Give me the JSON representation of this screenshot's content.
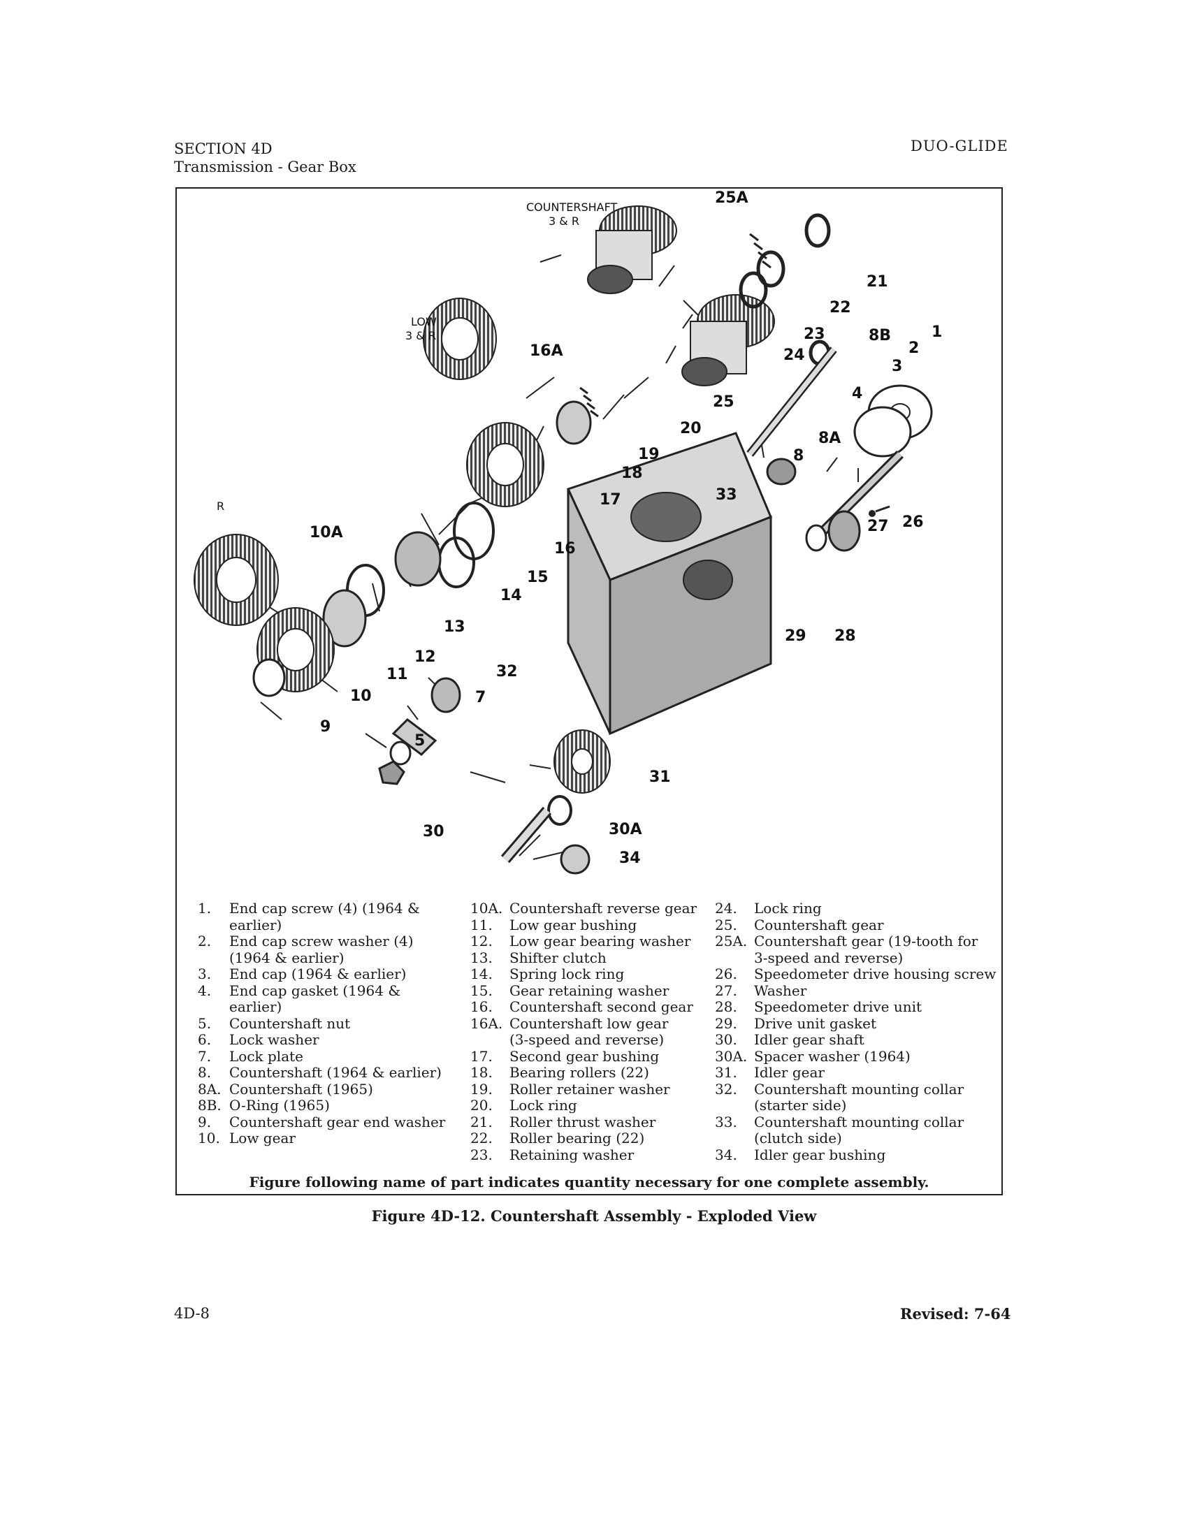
{
  "header": {
    "section": "SECTION 4D",
    "subtitle": "Transmission - Gear Box",
    "manual": "DUO-GLIDE"
  },
  "diagram": {
    "group_labels": {
      "countershaft": "COUNTERSHAFT",
      "countershaft_sub": "3 & R",
      "low": "LOW",
      "low_sub": "3 & R",
      "reverse": "R"
    },
    "callouts": [
      "1",
      "2",
      "3",
      "4",
      "5",
      "7",
      "8",
      "8A",
      "8B",
      "9",
      "10",
      "10A",
      "11",
      "12",
      "13",
      "14",
      "15",
      "16",
      "16A",
      "17",
      "18",
      "19",
      "20",
      "21",
      "22",
      "23",
      "24",
      "25",
      "25A",
      "26",
      "27",
      "28",
      "29",
      "30",
      "30A",
      "31",
      "32",
      "33",
      "34"
    ]
  },
  "legend": {
    "col1": [
      {
        "n": "1.",
        "t": "End cap screw (4) (1964 &\n   earlier)"
      },
      {
        "n": "2.",
        "t": "End cap screw washer (4)\n   (1964 & earlier)"
      },
      {
        "n": "3.",
        "t": "End cap (1964 & earlier)"
      },
      {
        "n": "4.",
        "t": "End cap gasket (1964 &\n   earlier)"
      },
      {
        "n": "5.",
        "t": "Countershaft nut"
      },
      {
        "n": "6.",
        "t": "Lock washer"
      },
      {
        "n": "7.",
        "t": "Lock plate"
      },
      {
        "n": "8.",
        "t": "Countershaft (1964 & earlier)"
      },
      {
        "n": "8A.",
        "t": "Countershaft (1965)"
      },
      {
        "n": "8B.",
        "t": "O-Ring (1965)"
      },
      {
        "n": "9.",
        "t": "Countershaft gear end washer"
      },
      {
        "n": "10.",
        "t": "Low gear"
      }
    ],
    "col2": [
      {
        "n": "10A.",
        "t": "Countershaft reverse gear"
      },
      {
        "n": "11.",
        "t": "Low gear bushing"
      },
      {
        "n": "12.",
        "t": "Low gear bearing washer"
      },
      {
        "n": "13.",
        "t": "Shifter clutch"
      },
      {
        "n": "14.",
        "t": "Spring lock ring"
      },
      {
        "n": "15.",
        "t": "Gear retaining washer"
      },
      {
        "n": "16.",
        "t": "Countershaft second gear"
      },
      {
        "n": "16A.",
        "t": "Countershaft low gear\n   (3-speed and reverse)"
      },
      {
        "n": "17.",
        "t": "Second gear bushing"
      },
      {
        "n": "18.",
        "t": "Bearing rollers (22)"
      },
      {
        "n": "19.",
        "t": "Roller retainer washer"
      },
      {
        "n": "20.",
        "t": "Lock ring"
      },
      {
        "n": "21.",
        "t": "Roller thrust washer"
      },
      {
        "n": "22.",
        "t": "Roller bearing (22)"
      },
      {
        "n": "23.",
        "t": "Retaining washer"
      }
    ],
    "col3": [
      {
        "n": "24.",
        "t": "Lock ring"
      },
      {
        "n": "25.",
        "t": "Countershaft gear"
      },
      {
        "n": "25A.",
        "t": "Countershaft gear (19-tooth for\n   3-speed and reverse)"
      },
      {
        "n": "26.",
        "t": "Speedometer drive housing screw"
      },
      {
        "n": "27.",
        "t": "Washer"
      },
      {
        "n": "28.",
        "t": "Speedometer drive unit"
      },
      {
        "n": "29.",
        "t": "Drive unit gasket"
      },
      {
        "n": "30.",
        "t": "Idler gear shaft"
      },
      {
        "n": "30A.",
        "t": "Spacer washer (1964)"
      },
      {
        "n": "31.",
        "t": "Idler gear"
      },
      {
        "n": "32.",
        "t": "Countershaft mounting collar\n   (starter side)"
      },
      {
        "n": "33.",
        "t": "Countershaft mounting collar\n   (clutch side)"
      },
      {
        "n": "34.",
        "t": "Idler gear bushing"
      }
    ],
    "footnote": "Figure following name of part indicates quantity necessary for one complete assembly."
  },
  "caption": "Figure 4D-12. Countershaft Assembly - Exploded View",
  "footer": {
    "page": "4D-8",
    "revised": "Revised:  7-64"
  }
}
